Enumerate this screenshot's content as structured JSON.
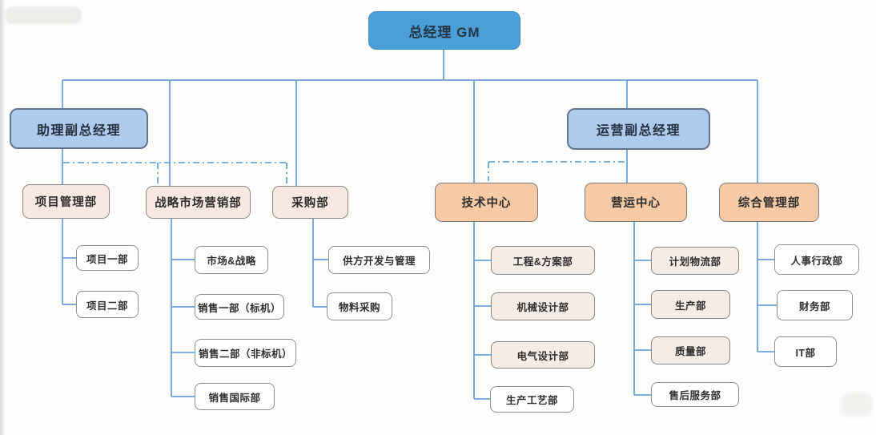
{
  "diagram": {
    "type": "org-chart",
    "root_label": "总经理 GM"
  },
  "palette": {
    "level1_fill": "#4b9fd9",
    "level2_fill": "#aecaed",
    "dept_pink_fill": "#f7e9e2",
    "dept_orange_fill": "#f5caa5",
    "child_pink_fill": "#f6ece6",
    "child_white_fill": "#ffffff",
    "solid_line": "#6ca2d8",
    "dashdot_line": "#4e9bd5",
    "text": "#2e2e2e"
  },
  "nodes": {
    "gm": {
      "label": "总经理 GM"
    },
    "assistant_vp": {
      "label": "助理副总经理"
    },
    "operations_vp": {
      "label": "运营副总经理"
    },
    "project_mgmt": {
      "label": "项目管理部"
    },
    "strategic_marketing": {
      "label": "战略市场营销部"
    },
    "procurement": {
      "label": "采购部"
    },
    "tech_center": {
      "label": "技术中心"
    },
    "operations_center": {
      "label": "营运中心"
    },
    "general_mgmt": {
      "label": "综合管理部"
    },
    "project_1": {
      "label": "项目一部"
    },
    "project_2": {
      "label": "项目二部"
    },
    "market_strategy": {
      "label": "市场&战略"
    },
    "sales_1": {
      "label": "销售一部（标机）"
    },
    "sales_2": {
      "label": "销售二部（非标机）"
    },
    "sales_intl": {
      "label": "销售国际部"
    },
    "supplier_dev": {
      "label": "供方开发与管理"
    },
    "material_purchase": {
      "label": "物料采购"
    },
    "engineering_solutions": {
      "label": "工程&方案部"
    },
    "mechanical_design": {
      "label": "机械设计部"
    },
    "electrical_design": {
      "label": "电气设计部"
    },
    "production_process": {
      "label": "生产工艺部"
    },
    "planning_logistics": {
      "label": "计划物流部"
    },
    "production": {
      "label": "生产部"
    },
    "quality": {
      "label": "质量部"
    },
    "after_sales": {
      "label": "售后服务部"
    },
    "hr_admin": {
      "label": "人事行政部"
    },
    "finance": {
      "label": "财务部"
    },
    "it": {
      "label": "IT部"
    }
  },
  "hierarchy": [
    {
      "parent": "总经理 GM",
      "child": "助理副总经理",
      "line": "solid"
    },
    {
      "parent": "总经理 GM",
      "child": "战略市场营销部",
      "line": "solid"
    },
    {
      "parent": "总经理 GM",
      "child": "采购部",
      "line": "solid"
    },
    {
      "parent": "总经理 GM",
      "child": "技术中心",
      "line": "solid"
    },
    {
      "parent": "总经理 GM",
      "child": "运营副总经理",
      "line": "solid"
    },
    {
      "parent": "总经理 GM",
      "child": "综合管理部",
      "line": "solid"
    },
    {
      "parent": "助理副总经理",
      "child": "项目管理部",
      "line": "solid"
    },
    {
      "parent": "助理副总经理",
      "child": "战略市场营销部",
      "line": "dash-dot"
    },
    {
      "parent": "助理副总经理",
      "child": "采购部",
      "line": "dash-dot"
    },
    {
      "parent": "运营副总经理",
      "child": "营运中心",
      "line": "solid"
    },
    {
      "parent": "运营副总经理",
      "child": "技术中心",
      "line": "dash-dot"
    },
    {
      "parent": "项目管理部",
      "child": "项目一部",
      "line": "solid"
    },
    {
      "parent": "项目管理部",
      "child": "项目二部",
      "line": "solid"
    },
    {
      "parent": "战略市场营销部",
      "child": "市场&战略",
      "line": "solid"
    },
    {
      "parent": "战略市场营销部",
      "child": "销售一部（标机）",
      "line": "solid"
    },
    {
      "parent": "战略市场营销部",
      "child": "销售二部（非标机）",
      "line": "solid"
    },
    {
      "parent": "战略市场营销部",
      "child": "销售国际部",
      "line": "solid"
    },
    {
      "parent": "采购部",
      "child": "供方开发与管理",
      "line": "solid"
    },
    {
      "parent": "采购部",
      "child": "物料采购",
      "line": "solid"
    },
    {
      "parent": "技术中心",
      "child": "工程&方案部",
      "line": "solid"
    },
    {
      "parent": "技术中心",
      "child": "机械设计部",
      "line": "solid"
    },
    {
      "parent": "技术中心",
      "child": "电气设计部",
      "line": "solid"
    },
    {
      "parent": "技术中心",
      "child": "生产工艺部",
      "line": "solid"
    },
    {
      "parent": "营运中心",
      "child": "计划物流部",
      "line": "solid"
    },
    {
      "parent": "营运中心",
      "child": "生产部",
      "line": "solid"
    },
    {
      "parent": "营运中心",
      "child": "质量部",
      "line": "solid"
    },
    {
      "parent": "营运中心",
      "child": "售后服务部",
      "line": "solid"
    },
    {
      "parent": "综合管理部",
      "child": "人事行政部",
      "line": "solid"
    },
    {
      "parent": "综合管理部",
      "child": "财务部",
      "line": "solid"
    },
    {
      "parent": "综合管理部",
      "child": "IT部",
      "line": "solid"
    }
  ]
}
